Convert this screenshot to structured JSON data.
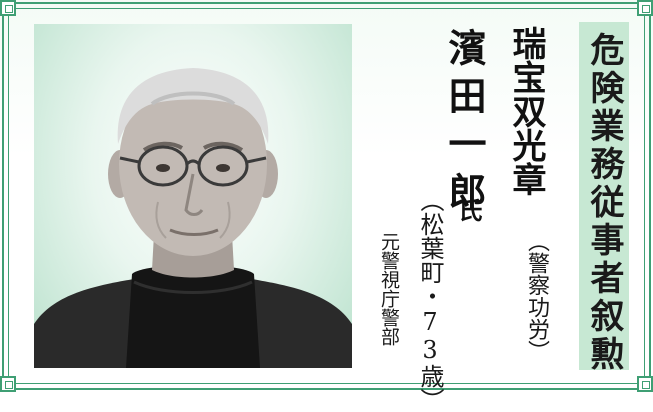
{
  "category": "危険業務従事者叙勲",
  "award": {
    "name": "瑞宝双光章",
    "type": "（警察功労）"
  },
  "person": {
    "name": "濱田一郎",
    "honorific": "氏",
    "residence_age": "（松葉町・73歳）",
    "occupation": "元警視庁警部"
  },
  "colors": {
    "accent": "#3f9f74",
    "category_background": "#c7e8d3",
    "photo_background": "#b9e1cc"
  }
}
